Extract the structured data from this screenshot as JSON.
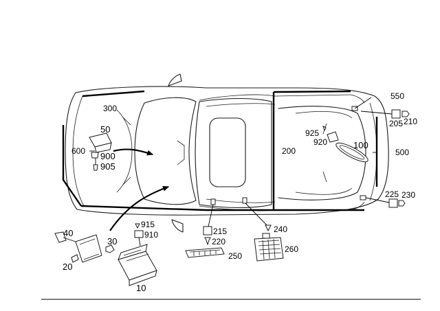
{
  "callouts": {
    "c10": "10",
    "c20": "20",
    "c30": "30",
    "c40": "40",
    "c50": "50",
    "c100": "100",
    "c200": "200",
    "c205": "205",
    "c210": "210",
    "c215": "215",
    "c220": "220",
    "c225": "225",
    "c230": "230",
    "c240": "240",
    "c250": "250",
    "c260": "260",
    "c300": "300",
    "c500": "500",
    "c550": "550",
    "c600": "600",
    "c900": "900",
    "c905": "905",
    "c910": "910",
    "c915": "915",
    "c920": "920",
    "c925": "925"
  },
  "colors": {
    "line": "#1a1a1a",
    "wire": "#000000",
    "background": "#ffffff"
  }
}
